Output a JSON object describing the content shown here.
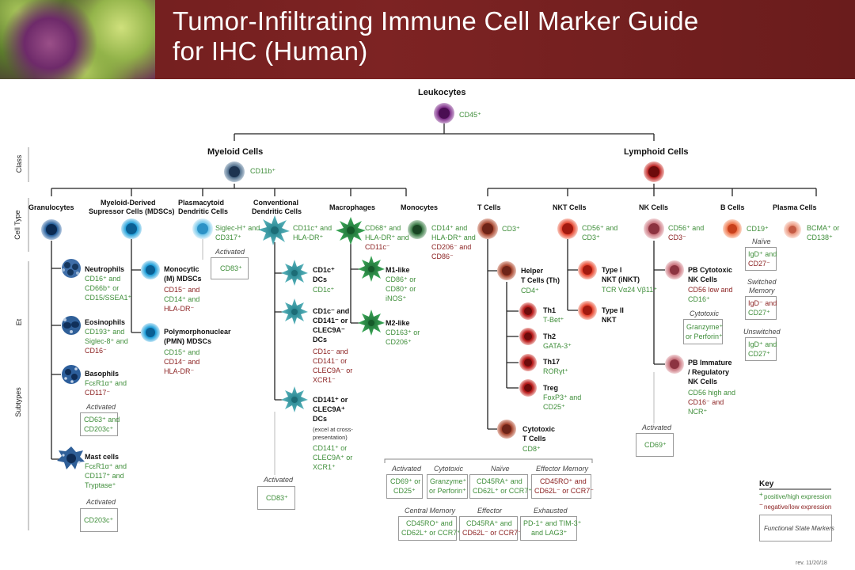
{
  "header": {
    "title_line1": "Tumor-Infiltrating Immune Cell Marker Guide",
    "title_line2": "for IHC (Human)"
  },
  "side_labels": {
    "class": "Class",
    "cell_type": "Cell Type",
    "subtypes": "Subtypes",
    "et": "Et"
  },
  "leukocytes": {
    "name": "Leukocytes",
    "marker": "CD45⁺"
  },
  "myeloid": {
    "name": "Myeloid Cells",
    "marker": "CD11b⁺"
  },
  "lymphoid": {
    "name": "Lymphoid Cells"
  },
  "cell_types": {
    "granulocytes": {
      "name": "Granulocytes"
    },
    "mdsc": {
      "name1": "Myeloid-Derived",
      "name2": "Supressor Cells (MDSCs)"
    },
    "pdc": {
      "name1": "Plasmacytoid",
      "name2": "Dendritic Cells",
      "m1": "Siglec-H⁺ and",
      "m2": "CD317⁺",
      "activated": "Activated",
      "act_marker": "CD83⁺"
    },
    "cdc": {
      "name1": "Conventional",
      "name2": "Dendritic Cells",
      "m1": "CD11c⁺ and",
      "m2": "HLA-DR⁺",
      "activated": "Activated",
      "act_marker": "CD83⁺"
    },
    "macrophages": {
      "name": "Macrophages",
      "m1": "CD68⁺ and",
      "m2": "HLA-DR⁺ and",
      "m3": "CD11c⁻"
    },
    "monocytes": {
      "name": "Monocytes",
      "m1": "CD14⁺ and",
      "m2": "HLA-DR⁺ and",
      "m3": "CD206⁻ and",
      "m4": "CD86⁻"
    },
    "tcells": {
      "name": "T Cells",
      "m1": "CD3⁺"
    },
    "nkt": {
      "name": "NKT Cells",
      "m1": "CD56⁺ and",
      "m2": "CD3⁺"
    },
    "nk": {
      "name": "NK Cells",
      "m1": "CD56⁺ and",
      "m2": "CD3⁻"
    },
    "bcells": {
      "name": "B Cells",
      "m1": "CD19⁺"
    },
    "plasma": {
      "name": "Plasma Cells",
      "m1": "BCMA⁺ or",
      "m2": "CD138⁺"
    }
  },
  "granulocyte_subtypes": {
    "neutrophils": {
      "name": "Neutrophils",
      "m1": "CD16⁺ and",
      "m2": "CD66b⁺ or",
      "m3": "CD15/SSEA1⁺"
    },
    "eosinophils": {
      "name": "Eosinophils",
      "m1": "CD193⁺ and",
      "m2": "Siglec-8⁺ and",
      "m3": "CD16⁻"
    },
    "basophils": {
      "name": "Basophils",
      "m1": "FcεR1α⁺ and",
      "m2": "CD117⁻",
      "activated": "Activated",
      "b1": "CD63⁺ and",
      "b2": "CD203c⁺"
    },
    "mast": {
      "name": "Mast cells",
      "m1": "FcεR1α⁺ and",
      "m2": "CD117⁺ and",
      "m3": "Tryptase⁺",
      "activated": "Activated",
      "b1": "CD203c⁺"
    }
  },
  "mdsc_subtypes": {
    "mmdsc": {
      "n1": "Monocytic",
      "n2": "(M) MDSCs",
      "m1": "CD15⁻ and",
      "m2": "CD14⁺ and",
      "m3": "HLA-DR⁻"
    },
    "pmnmdsc": {
      "n1": "Polymorphonuclear",
      "n2": "(PMN) MDSCs",
      "m1": "CD15⁺ and",
      "m2": "CD14⁻ and",
      "m3": "HLA-DR⁻"
    }
  },
  "cdc_subtypes": {
    "cd1c": {
      "n1": "CD1c⁺",
      "n2": "DCs",
      "m1": "CD1c⁺"
    },
    "cd141": {
      "n1": "CD1c⁻ and",
      "n2": "CD141⁻ or",
      "n3": "CLEC9A⁻",
      "n4": "DCs",
      "m1": "CD1c⁻ and",
      "m2": "CD141⁻ or",
      "m3": "CLEC9A⁻ or",
      "m4": "XCR1⁻"
    },
    "clec9a": {
      "n1": "CD141⁺ or",
      "n2": "CLEC9A⁺",
      "n3": "DCs",
      "note1": "(excel at cross-",
      "note2": "presentation)",
      "m1": "CD141⁺ or",
      "m2": "CLEC9A⁺ or",
      "m3": "XCR1⁺"
    }
  },
  "macrophage_subtypes": {
    "m1": {
      "name": "M1-like",
      "m1": "CD86⁺ or",
      "m2": "CD80⁺ or",
      "m3": "iNOS⁺"
    },
    "m2": {
      "name": "M2-like",
      "m1": "CD163⁺ or",
      "m2": "CD206⁺"
    }
  },
  "t_subtypes": {
    "helper": {
      "n1": "Helper",
      "n2": "T Cells (Th)",
      "m1": "CD4⁺"
    },
    "th1": {
      "name": "Th1",
      "m1": "T-Bet⁺"
    },
    "th2": {
      "name": "Th2",
      "m1": "GATA-3⁺"
    },
    "th17": {
      "name": "Th17",
      "m1": "RORγt⁺"
    },
    "treg": {
      "name": "Treg",
      "m1": "FoxP3⁺ and",
      "m2": "CD25⁺"
    },
    "cytotoxic": {
      "n1": "Cytotoxic",
      "n2": "T Cells",
      "m1": "CD8⁺"
    }
  },
  "nkt_subtypes": {
    "type1": {
      "n1": "Type I",
      "n2": "NKT (iNKT)",
      "m1": "TCR Vα24 Vβ11⁺"
    },
    "type2": {
      "n1": "Type II",
      "n2": "NKT"
    }
  },
  "nk_subtypes": {
    "pbcyto": {
      "n1": "PB Cytotoxic",
      "n2": "NK Cells",
      "m1": "CD56 low and",
      "m2": "CD16⁺",
      "func_label": "Cytotoxic",
      "f1": "Granzyme⁺",
      "f2": "or Perforin⁺"
    },
    "pbimm": {
      "n1": "PB Immature",
      "n2": "/ Regulatory",
      "n3": "NK Cells",
      "m1": "CD56 high and",
      "m2": "CD16⁻ and",
      "m3": "NCR⁺"
    },
    "activated": "Activated",
    "act_marker": "CD69⁺"
  },
  "b_states": {
    "naive": {
      "label": "Naïve",
      "m1": "IgD⁺ and",
      "m2": "CD27⁻"
    },
    "switched": {
      "label1": "Switched",
      "label2": "Memory",
      "m1": "IgD⁻ and",
      "m2": "CD27⁺"
    },
    "unswitched": {
      "label": "Unswitched",
      "m1": "IgD⁺ and",
      "m2": "CD27⁺"
    }
  },
  "t_states": {
    "activated": {
      "label": "Activated",
      "m1": "CD69⁺ or",
      "m2": "CD25⁺"
    },
    "cytotoxic": {
      "label": "Cytotoxic",
      "m1": "Granzyme⁺",
      "m2": "or Perforin⁺"
    },
    "naive": {
      "label": "Naïve",
      "m1": "CD45RA⁺ and",
      "m2": "CD62L⁺ or CCR7⁺"
    },
    "effmem": {
      "label": "Effector Memory",
      "m1": "CD45RO⁺ and",
      "m2": "CD62L⁻ or CCR7⁻"
    },
    "centmem": {
      "label": "Central Memory",
      "m1": "CD45RO⁺ and",
      "m2": "CD62L⁺ or CCR7⁺"
    },
    "effector": {
      "label": "Effector",
      "m1": "CD45RA⁺ and",
      "m2": "CD62L⁻ or CCR7⁻"
    },
    "exhausted": {
      "label": "Exhausted",
      "m1": "PD-1⁺ and TIM-3⁺",
      "m2": "and LAG3⁺"
    }
  },
  "key": {
    "title": "Key",
    "pos": "positive/high expression",
    "neg": "negative/low expression",
    "func": "Functional State Markers"
  },
  "revision": "rev. 11/20/18",
  "colors": {
    "header": "#7a2222",
    "positive": "#3f8e3a",
    "negative": "#8a1f1f",
    "line": "#222222"
  },
  "icons": {
    "leukocyte": "purple-cell-icon",
    "myeloid": "blue-cell-icon",
    "lymphoid": "red-cell-icon",
    "dendritic": "teal-spiky-cell-icon",
    "macrophage": "green-spiky-cell-icon"
  }
}
